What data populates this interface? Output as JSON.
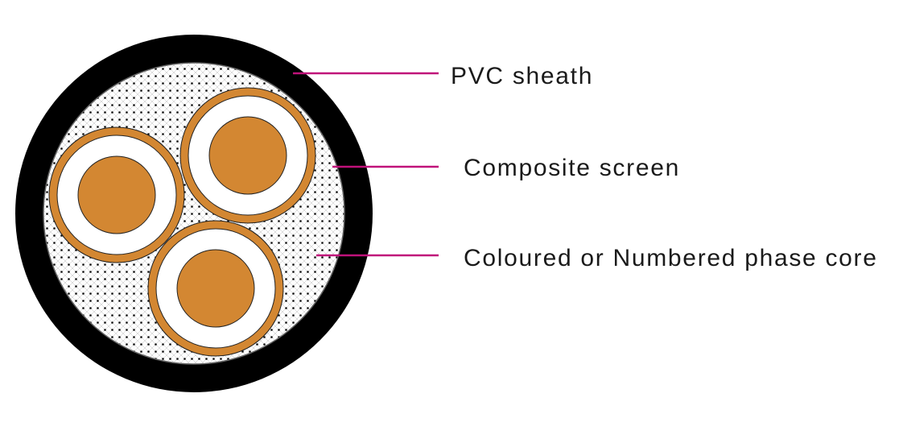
{
  "diagram": {
    "colors": {
      "sheath": "#000000",
      "conductor": "#d38732",
      "leader": "#c0127a",
      "insulation": "#ffffff"
    },
    "labels": [
      {
        "id": "pvc-sheath",
        "text": "PVC sheath"
      },
      {
        "id": "composite-screen",
        "text": "Composite screen"
      },
      {
        "id": "phase-core",
        "text": "Coloured or Numbered phase core"
      }
    ],
    "core_count": 3
  }
}
